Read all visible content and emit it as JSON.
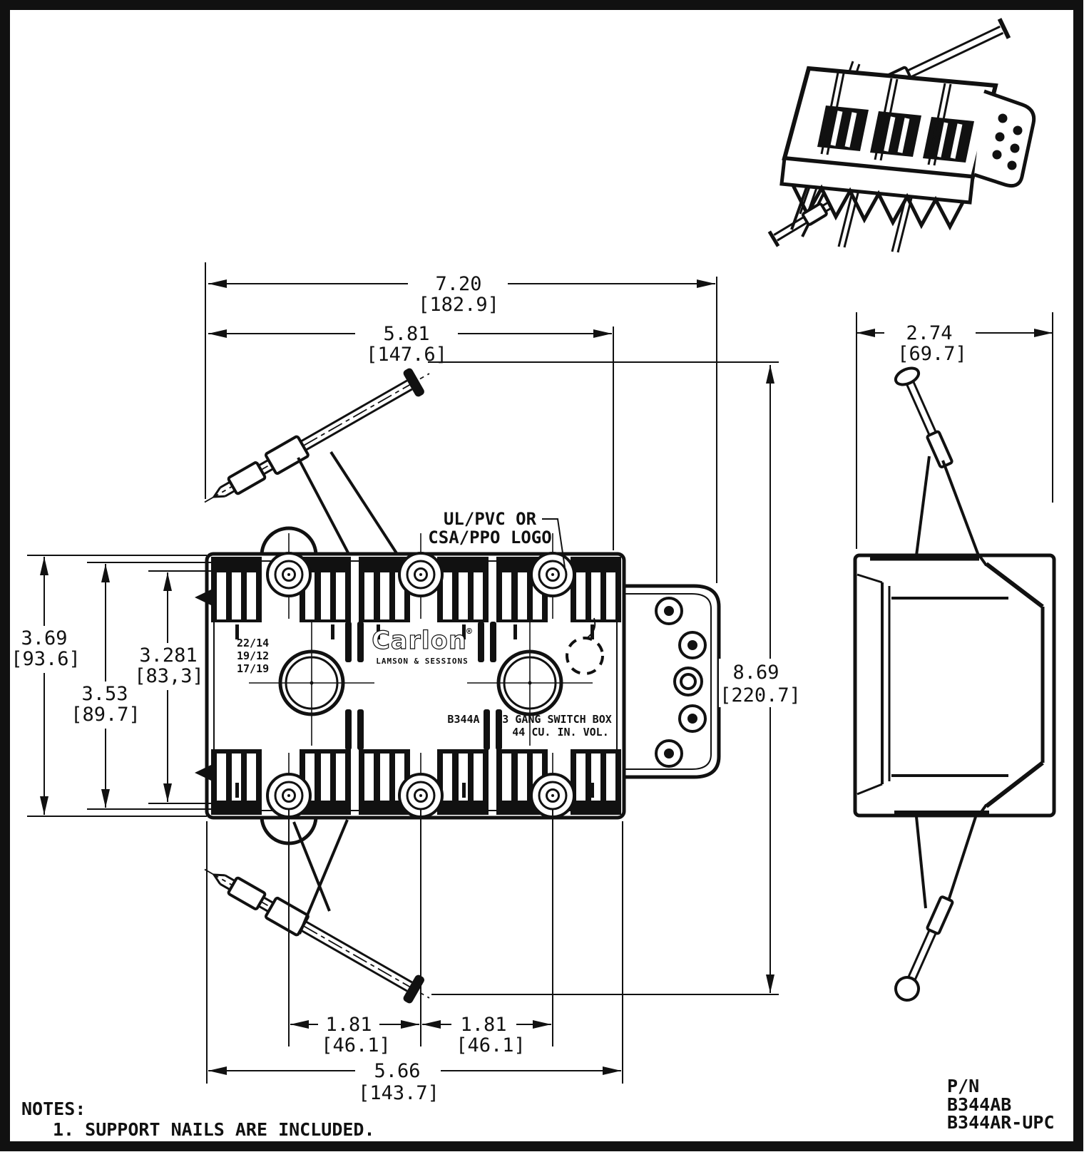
{
  "drawing": {
    "labels": {
      "logo_callout_line1": "UL/PVC OR",
      "logo_callout_line2": "CSA/PPO LOGO"
    },
    "box_markings": {
      "wire_gauges": [
        "22/14",
        "19/12",
        "17/19"
      ],
      "brand": "Carlon",
      "registered_mark": "®",
      "brand_subtitle": "LAMSON & SESSIONS",
      "model": "B344A",
      "description_line1": "3 GANG SWITCH BOX",
      "description_line2": "44 CU. IN. VOL."
    },
    "dimensions": {
      "overall_width_in": "7.20",
      "overall_width_mm": "[182.9]",
      "nail_span_in": "5.81",
      "nail_span_mm": "[147.6]",
      "flange_height_in": "3.69",
      "flange_height_mm": "[93.6]",
      "mid_height_in": "3.53",
      "mid_height_mm": "[89.7]",
      "opening_height_in": "3.281",
      "opening_height_mm": "[83,3]",
      "depth_in": "2.74",
      "depth_mm": "[69.7]",
      "overall_height_in": "8.69",
      "overall_height_mm": "[220.7]",
      "gang_pitch_left_in": "1.81",
      "gang_pitch_left_mm": "[46.1]",
      "gang_pitch_right_in": "1.81",
      "gang_pitch_right_mm": "[46.1]",
      "body_width_in": "5.66",
      "body_width_mm": "[143.7]"
    },
    "notes": {
      "heading": "NOTES:",
      "note1": "1. SUPPORT NAILS ARE INCLUDED."
    },
    "part_numbers": {
      "heading": "P/N",
      "pn1": "B344AB",
      "pn2": "B344AR-UPC"
    }
  }
}
